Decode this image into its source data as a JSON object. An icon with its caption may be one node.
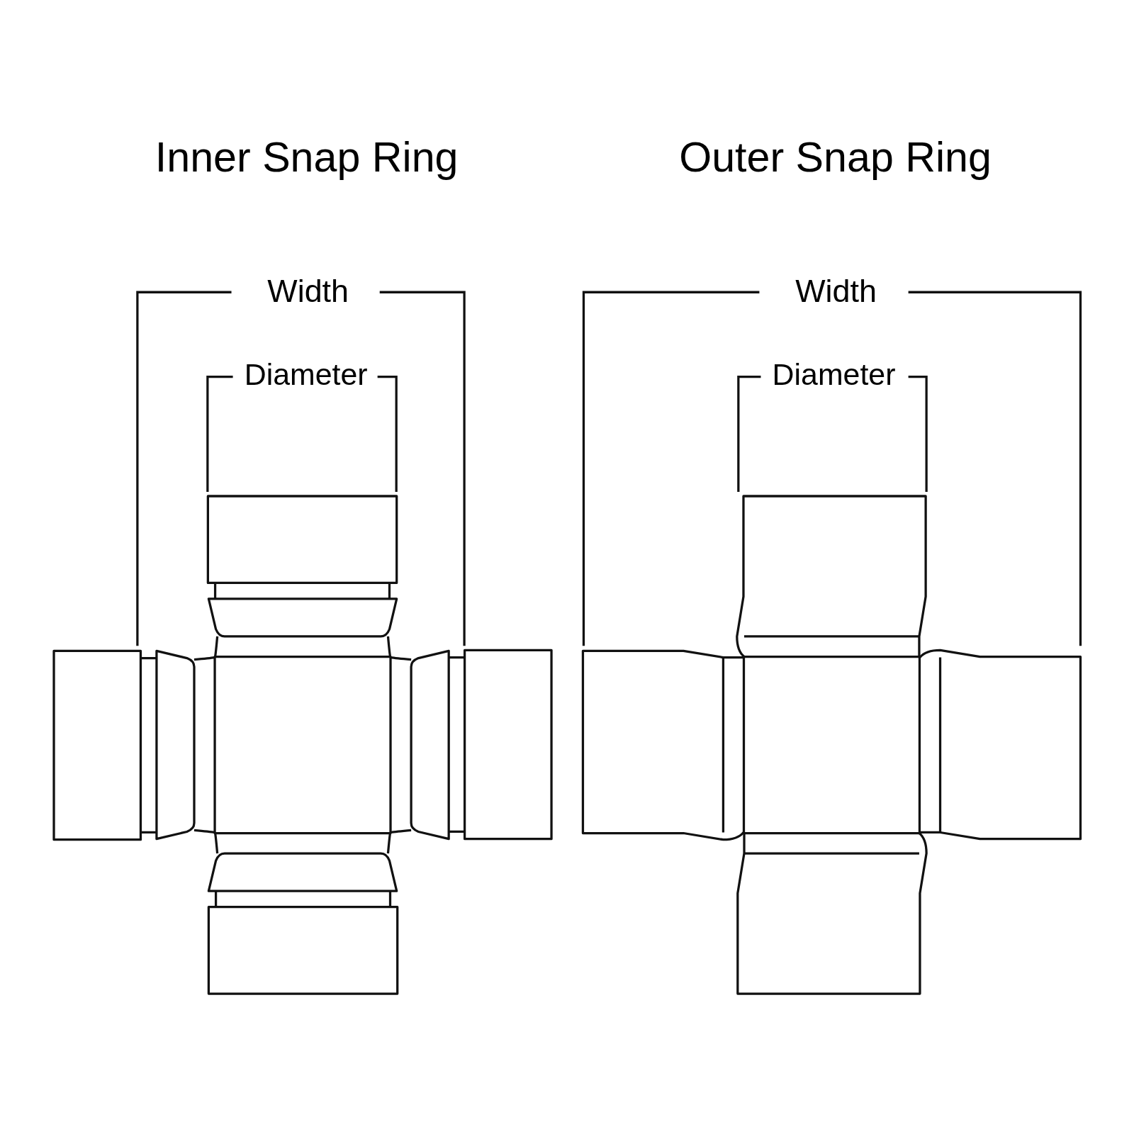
{
  "diagram": {
    "labels": [
      "Inner Snap Ring",
      "Outer Snap Ring",
      "Width",
      "Width",
      "Diameter",
      "Diameter"
    ]
  }
}
